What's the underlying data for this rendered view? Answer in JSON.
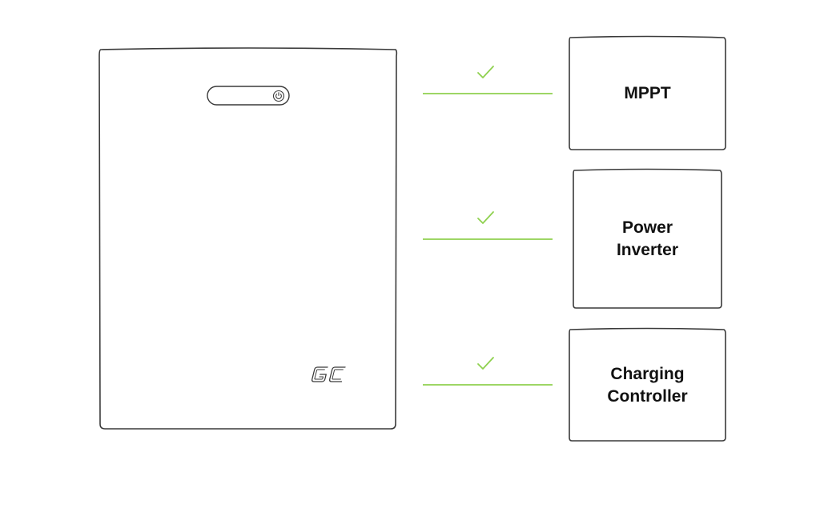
{
  "device": {
    "logo_text": "GC"
  },
  "components": [
    {
      "label": "MPPT",
      "status": "compatible"
    },
    {
      "label": "Power\nInverter",
      "status": "compatible"
    },
    {
      "label": "Charging\nController",
      "status": "compatible"
    }
  ],
  "colors": {
    "outline": "#3a3a3a",
    "connector": "#8fd14f",
    "check": "#8fd14f",
    "text": "#111111",
    "background": "#ffffff"
  },
  "icons": {
    "power": "power-icon",
    "check": "check-icon"
  }
}
